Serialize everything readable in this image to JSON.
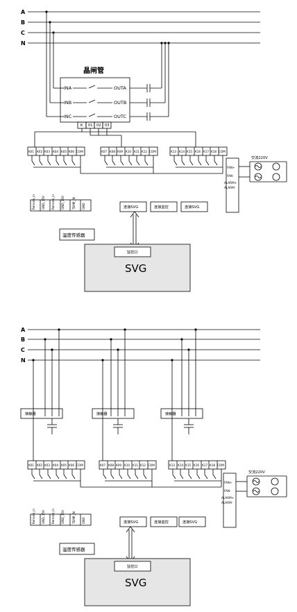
{
  "bus_labels": [
    "A",
    "B",
    "C",
    "N"
  ],
  "thyristor": {
    "title": "晶闸管",
    "inputs": [
      "INA",
      "INB",
      "INC"
    ],
    "outputs": [
      "OUTA",
      "OUTB",
      "OUTC"
    ],
    "terminals": [
      "K",
      "01",
      "02",
      "03"
    ]
  },
  "contactor_label": "接触器",
  "relay_group1": [
    "K01",
    "K02",
    "K03",
    "K04",
    "K05",
    "K06",
    "COM"
  ],
  "relay_group2": [
    "K07",
    "K08",
    "K09",
    "K10",
    "K11",
    "K12",
    "COM"
  ],
  "relay_group3_top": [
    "K13",
    "K14",
    "K15",
    "K16",
    "K17",
    "K18",
    "COM"
  ],
  "relay_group3_bottom": [
    "K13",
    "K14",
    "K15",
    "K16",
    "K17",
    "K18",
    "COM"
  ],
  "fan_alarm": [
    "FAN+",
    "FAN-",
    "ALARM+",
    "ALARM-"
  ],
  "ac_label": "交流220V",
  "sensor_terminals": [
    "Remote_in",
    "GND_15V",
    "Remote_in",
    "GND_15V",
    "TEMP_IN",
    "GND"
  ],
  "boxes": {
    "connect_svg": "连接SVG",
    "connect_monitor": "连接监控",
    "temp_sensor": "温度传感器",
    "monitor_port": "监控口",
    "svg": "SVG"
  }
}
